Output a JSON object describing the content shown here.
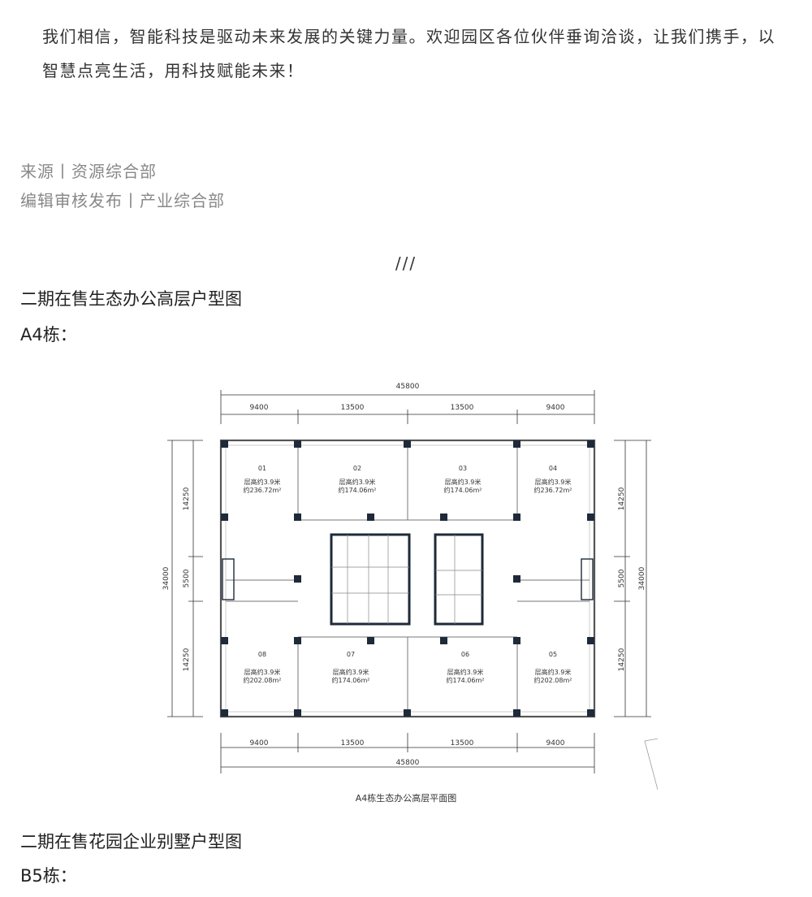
{
  "article": {
    "intro": "我们相信，智能科技是驱动未来发展的关键力量。欢迎园区各位伙伴垂询洽谈，让我们携手，以智慧点亮生活，用科技赋能未来！",
    "credit_source": "来源丨资源综合部",
    "credit_editor": "编辑审核发布丨产业综合部",
    "divider": "///",
    "section1_title": "二期在售生态办公高层户型图",
    "section1_building": "A4栋：",
    "section2_title": "二期在售花园企业别墅户型图",
    "section2_building": "B5栋："
  },
  "floorplan": {
    "caption": "A4栋生态办公高层平面图",
    "total_width": "45800",
    "bay_widths": [
      "9400",
      "13500",
      "13500",
      "9400"
    ],
    "total_depth": "34000",
    "depth_segments": [
      "14250",
      "5500",
      "14250"
    ],
    "units": [
      {
        "no": "01",
        "height": "层高约3.9米",
        "area": "约236.72m²"
      },
      {
        "no": "02",
        "height": "层高约3.9米",
        "area": "约174.06m²"
      },
      {
        "no": "03",
        "height": "层高约3.9米",
        "area": "约174.06m²"
      },
      {
        "no": "04",
        "height": "层高约3.9米",
        "area": "约236.72m²"
      },
      {
        "no": "08",
        "height": "层高约3.9米",
        "area": "约202.08m²"
      },
      {
        "no": "07",
        "height": "层高约3.9米",
        "area": "约174.06m²"
      },
      {
        "no": "06",
        "height": "层高约3.9米",
        "area": "约174.06m²"
      },
      {
        "no": "05",
        "height": "层高约3.9米",
        "area": "约202.08m²"
      }
    ]
  }
}
